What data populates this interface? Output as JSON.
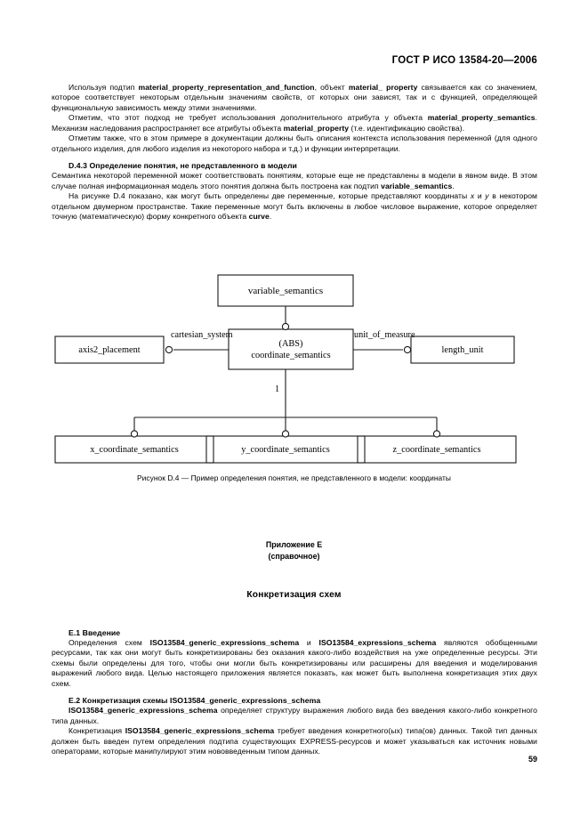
{
  "header": {
    "standard_ref": "ГОСТ Р ИСО 13584-20—2006"
  },
  "page_number": "59",
  "body": {
    "para1": {
      "seg1": "Используя подтип ",
      "bold1": "material_property_representation_and_function",
      "seg2": ", объект ",
      "bold2": "material_ property",
      "seg3": " связывается как со значением, которое соответствует некоторым отдельным значениям свойств, от которых они зависят, так и с функцией, определяющей функциональную зависимость между этими значениями."
    },
    "para2": {
      "seg1": "Отметим, что этот подход не требует использования дополнительного атрибута у объекта ",
      "bold1": "material_property_semantics",
      "seg2": ". Механизм наследования распространяет все атрибуты объекта ",
      "bold2": "material_property",
      "seg3": " (т.е. идентификацию свойства)."
    },
    "para3": {
      "text": "Отметим также, что в этом примере в документации должны быть описания контекста использования переменной (для одного отдельного изделия, для любого изделия из некоторого набора и т.д.) и функции интерпретации."
    },
    "heading_d43": "D.4.3  Определение понятия, не представленного в модели",
    "para4": {
      "seg1": "Семантика некоторой переменной может соответствовать понятиям, которые еще не представлены в модели в явном виде. В этом случае полная информационная модель этого понятия должна быть построена как подтип ",
      "bold1": "variable_semantics",
      "seg2": "."
    },
    "para5": {
      "seg1": "На рисунке D.4 показано, как могут быть определены две переменные, которые представляют координаты ",
      "ital1": "x",
      "seg2": " и ",
      "ital2": "y",
      "seg3": " в некотором отдельном двумерном пространстве. Такие переменные могут быть включены в любое числовое выражение, которое определяет точную (математическую) форму конкретного объекта ",
      "bold1": "curve",
      "seg4": "."
    }
  },
  "figure": {
    "caption": "Рисунок D.4 — Пример определения понятия, не представленного в модели: координаты",
    "boxes": {
      "top": "variable_semantics",
      "center_line1": "(ABS)",
      "center_line2": "coordinate_semantics",
      "left": "axis2_placement",
      "right": "length_unit",
      "child1": "x_coordinate_semantics",
      "child2": "y_coordinate_semantics",
      "child3": "z_coordinate_semantics"
    },
    "labels": {
      "cartesian_system": "cartesian_system",
      "unit_of_measure": "unit_of_measure",
      "cardinality": "1"
    }
  },
  "appendix": {
    "title_line1": "Приложение Е",
    "title_line2": "(справочное)",
    "schema_title": "Конкретизация схем",
    "heading_e1": "Е.1  Введение",
    "para_e1": {
      "seg1": "Определения схем ",
      "bold1": "ISO13584_generic_expressions_schema",
      "seg2": " и ",
      "bold2": "ISO13584_expressions_schema",
      "seg3": " являются обобщенными ресурсами, так как они могут быть конкретизированы без оказания какого-либо воздействия на уже определенные ресурсы. Эти схемы были определены для того, чтобы они могли быть конкретизированы или расширены для введения и моделирования выражений любого вида. Целью настоящего приложения является показать, как может быть выполнена конкретизация этих двух схем."
    },
    "heading_e2": "Е.2  Конкретизация схемы ISO13584_generic_expressions_schema",
    "para_e2": {
      "bold1": "ISO13584_generic_expressions_schema",
      "seg1": " определяет структуру выражения любого вида без введения какого-либо конкретного типа данных."
    },
    "para_e3": {
      "seg1": "Конкретизация ",
      "bold1": "ISO13584_generic_expressions_schema",
      "seg2": " требует введения конкретного(ых) типа(ов) данных. Такой тип данных должен быть введен путем определения подтипа существующих EXPRESS-ресурсов и может указываться как источник новыми операторами, которые манипулируют этим нововведенным типом данных."
    }
  },
  "colors": {
    "text": "#000000",
    "page_bg": "#ffffff",
    "diagram_line": "#000000"
  }
}
